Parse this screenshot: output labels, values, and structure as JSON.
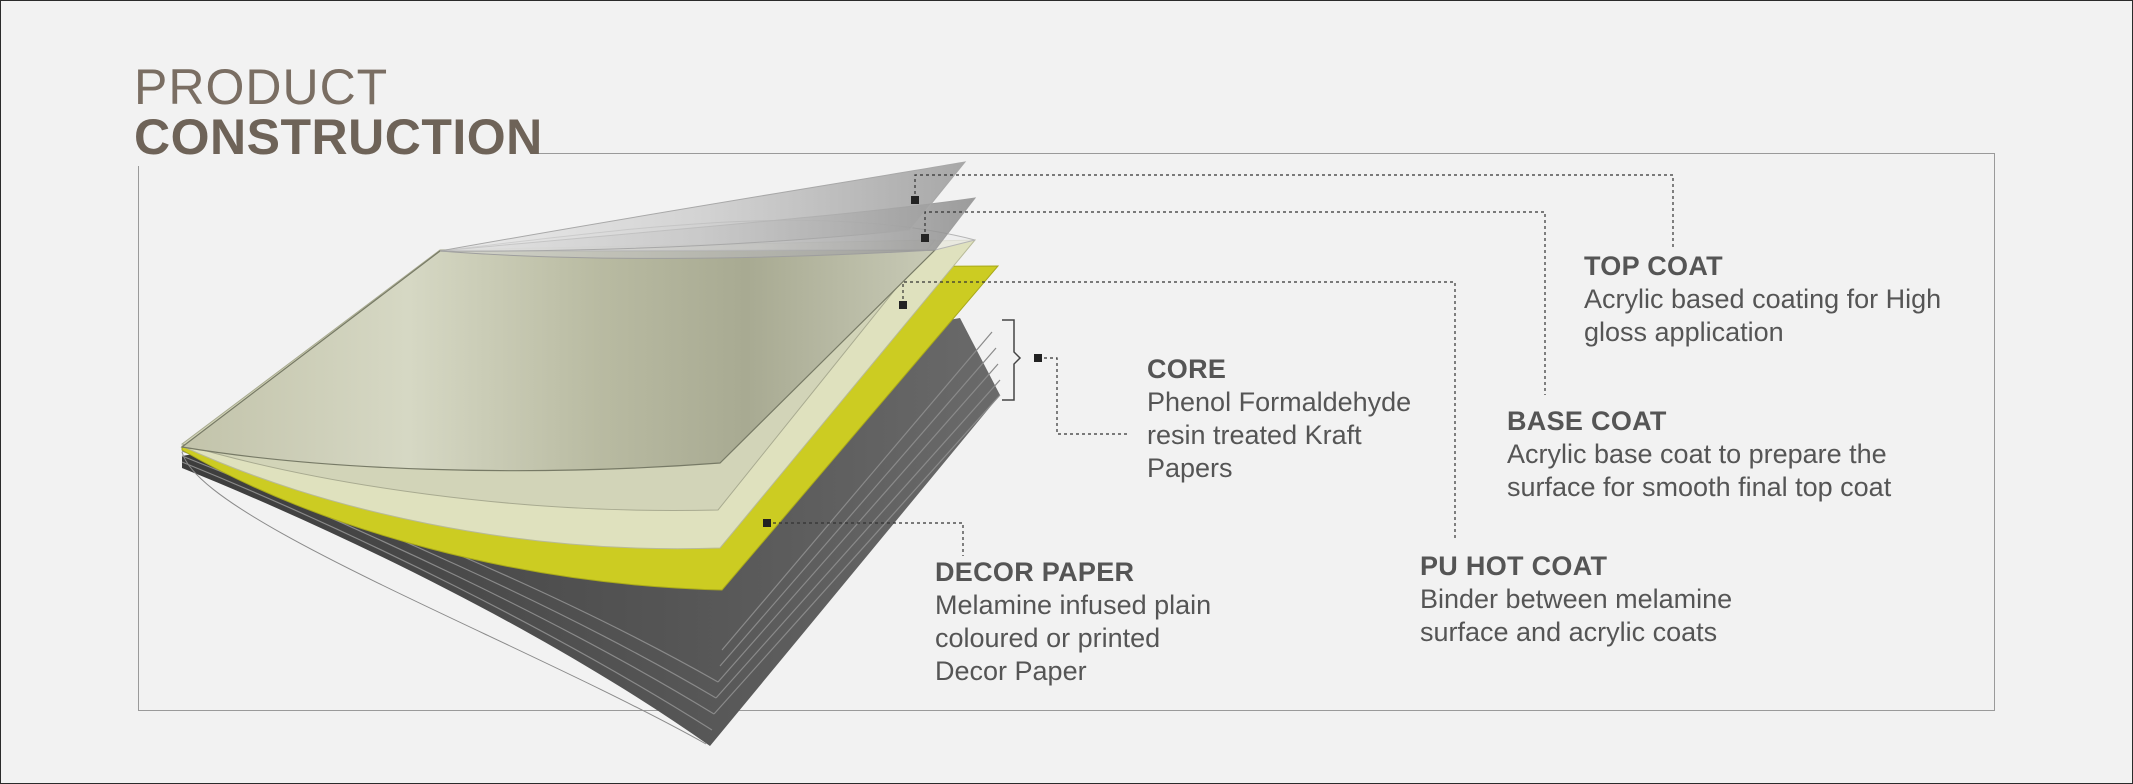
{
  "title": {
    "line1": "PRODUCT",
    "line2": "CONSTRUCTION"
  },
  "layers": {
    "top_coat": {
      "heading": "TOP COAT",
      "description": "Acrylic based coating for High\ngloss application"
    },
    "base_coat": {
      "heading": "BASE COAT",
      "description": "Acrylic base coat to prepare the\nsurface for smooth final top coat"
    },
    "pu_hot_coat": {
      "heading": "PU HOT COAT",
      "description": "Binder between melamine\nsurface and acrylic coats"
    },
    "core": {
      "heading": "CORE",
      "description": "Phenol Formaldehyde\nresin treated Kraft\nPapers"
    },
    "decor_paper": {
      "heading": "DECOR PAPER",
      "description": "Melamine infused plain\ncoloured or printed\nDecor Paper"
    }
  },
  "colors": {
    "background": "#f2f2f2",
    "title": "#6e6358",
    "text": "#555555",
    "decor_yellow": "#cccc22",
    "core_grey": "#5a5a5a",
    "leader": "#333333"
  }
}
